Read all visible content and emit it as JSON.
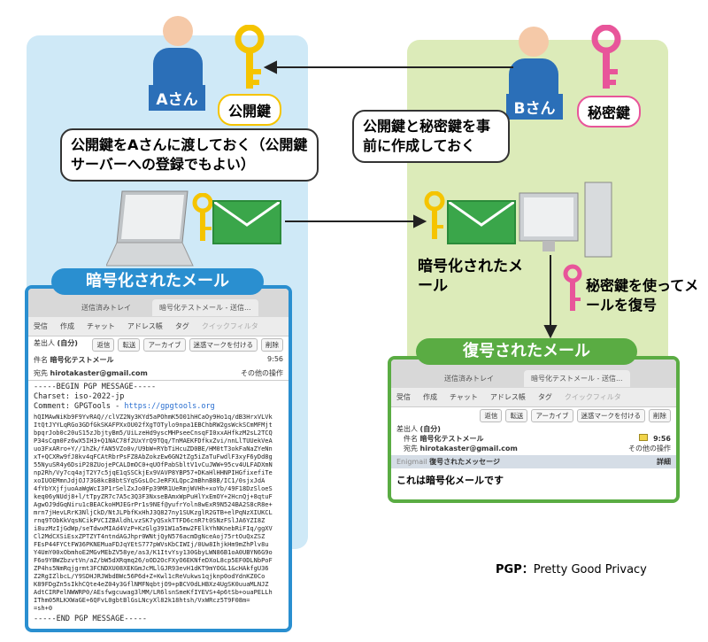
{
  "person_a": {
    "label": "Aさん",
    "key_label": "公開鍵",
    "note": "公開鍵をAさんに渡しておく（公開鍵サーバーへの登録でもよい）"
  },
  "person_b": {
    "label": "Bさん",
    "key_label": "秘密鍵",
    "note": "公開鍵と秘密鍵を事前に作成しておく"
  },
  "encrypted_caption": "暗号化されたメール",
  "decrypt_note": "秘密鍵を使ってメールを復号",
  "encrypted_window": {
    "title": "暗号化されたメール",
    "tabs": [
      "送信済みトレイ",
      "暗号化テストメール - 送信..."
    ],
    "toolbar": [
      "受信",
      "作成",
      "チャット",
      "アドレス帳",
      "タグ",
      "クイックフィルタ"
    ],
    "from_label": "差出人",
    "from": "(自分)",
    "actions": [
      "返信",
      "転送",
      "アーカイブ",
      "迷惑マークを付ける",
      "削除"
    ],
    "subject_label": "件名",
    "subject": "暗号化テストメール",
    "time": "9:56",
    "to_label": "宛先",
    "to": "hirotakaster@gmail.com",
    "other_actions": "その他の操作",
    "body_lines": [
      "-----BEGIN PGP MESSAGE-----",
      "Charset: iso-2022-jp",
      "Comment: GPGTools - "
    ],
    "link": "https://gpgtools.org",
    "cipher": [
      "hQIMAwNiKb9F9YvRAQ//clVZ2Ny3KYd5aPOhmK5O01hHCaOy9Ho1q/dB3HrxVLVk",
      "ItQtJYYLqRGo3GDfGkSKAFPXxOU02fXgTOTylo9npa1EBChbRW2gsWckSCmMFMjt",
      "bpqrJob0c20uS15zJbjtyBm5/UiLzeHd9yscMHPseeCnsqFI0xxAHfkzM2sL2TCQ",
      "P34sCqm0Fz6wX5IH3+Q1NAC78f2UxYrQ9TQq/TnMAEKFDfkxZvi/nnLlTUUekVeA",
      "uo3FxARro+Y//1hZk/fAN5VZo0v/U9bW+RYbTiHcuZD0BE/HM0tT3okFaNaZYeNn",
      "xT+QCXRw9fJ8kv4qFCAtRbrPsFZ8AbZokzEw6GN2tZg5iZaTuFwdlF3xyF6yDd8g",
      "55NyuSR4y6DsiP28ZUojePCALDmOC0+qUOfPabSbltV1vCuJWW+95cv4ULFADXmN",
      "np2Rh/Vy7cq4ajT2Y7c5jqE1qSSCkjEx9VAVP8YBP57+DKaHlHHNPIHGfixefiTe",
      "xoIUOEMmnJdjOJ73G8kcB8btSYqSGsLOcJeRFXLQpc2mBhnB8B/IC1/0sjxJdA",
      "4fYbYXjfjuoAaWgWcI3P1rSelZxJo0Fp39MR1UeRmjWVHh+xoYb/49F18DzSloeS",
      "keq06yNUdj8+l/tTpyZR7c7A5c3Q3F3NxseBAmxWpPuHlYxEmOY+2HcnQj+8qtuF",
      "AgwOJ9dGqNiru1cBEACkoHMJEGrPr1s9NEf@yufrYoln8wExR9N524BA2S8cR8e+",
      "mrn7jHevLRrK3NljCkD/NtJLPbfKxHhJ3Q827ny1SUKzglR2GTB+elPqNzXIUKCL",
      "rnq9TObKkVqsNCikPVCIZBAldhLvzSK7yQSxkTTFD6cnR7t0SNzFSlJA6YZI8Z",
      "i8uzMzIjGdWp/seTdwxMIAd4VzP+KzGlg391W1a5mw2FElkYhNKnebRiFIq/ggXV",
      "Cl2MdCXSiEsxZPTZYT4ntndAGJhpr0WNtjQyN576acmDgNceAoj75rtOuQxZSZ",
      "FEsP44FYCtFW36PKNEMuaFDJqYEtS777pWVsKbCIWIj/0Uw8IhjkHm9mZhPlv8u",
      "Y4UmY00xObmhoE2MGvMEbZV58ye/as3/K1ItvYsy130GbyLWN86B1oA0UBYN6G9o",
      "F6o9YBWZbzvtVn/aZ/bW5dXRqmq26/oOD2OcFXyO6EKNfeDXoL8cp5EF0DLNbPoF",
      "ZP4hs5NmRqjgrmt3FCNDXU08XEKGmJcMLlGJR93evH1dKT9mYOGL1&cHAkfgU36",
      "Z2RgIZlbcL/Y9SDHJRJWbdBWc56P6d+Z+Kwl1cReVukws1qjknp0odYdnKZ0Co",
      "K89FDgZn5sIkhCQte4eZ04y3GflNMFNqbtjO9+pBCV0dLHBXz4UgSK0uuaMLNJZ",
      "AdtCIRPelNWWRP0/AEsfwgcuwag3lMM/LR6lsnSmeKfIYEVS+4p6tSb+ouaPELLh",
      "IThm05RLKXWaGE+6QFvL0gbtBlGsLNcyXl82k18htsh/VxWRcz5T9F08m=",
      "=sh+0"
    ],
    "end_line": "-----END PGP MESSAGE-----"
  },
  "decrypted_window": {
    "title": "復号されたメール",
    "tabs": [
      "送信済みトレイ",
      "暗号化テストメール - 送信..."
    ],
    "toolbar": [
      "受信",
      "作成",
      "チャット",
      "アドレス帳",
      "タグ",
      "クイックフィルタ"
    ],
    "actions": [
      "返信",
      "転送",
      "アーカイブ",
      "迷惑マークを付ける",
      "削除"
    ],
    "from_label": "差出人",
    "from": "(自分)",
    "subject_label": "件名",
    "subject": "暗号化テストメール",
    "time": "9:56",
    "to_label": "宛先",
    "to": "hirotakaster@gmail.com",
    "other_actions": "その他の操作",
    "enigmail_label": "Enigmail",
    "enigmail_status": "復号されたメッセージ",
    "details": "詳細",
    "body": "これは暗号化メールです"
  },
  "footnote": {
    "abbr": "PGP",
    "sep": "：",
    "full": "Pretty Good Privacy"
  },
  "colors": {
    "blue_panel": "#cfe9f7",
    "green_panel": "#dcebb9",
    "blue_accent": "#2a8fd0",
    "green_accent": "#5aac43",
    "key_yellow": "#f5c400",
    "key_pink": "#e8559a"
  }
}
